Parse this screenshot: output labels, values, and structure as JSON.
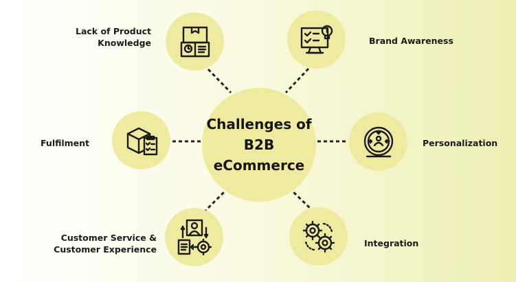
{
  "center": {
    "lines": [
      "Challenges of",
      "B2B",
      "eCommerce"
    ]
  },
  "nodes": [
    {
      "id": "lack-of-product-knowledge",
      "lines": [
        "Lack of Product",
        "Knowledge"
      ],
      "icon": "product-manual-icon"
    },
    {
      "id": "brand-awareness",
      "lines": [
        "Brand Awareness"
      ],
      "icon": "dashboard-bulb-icon"
    },
    {
      "id": "fulfilment",
      "lines": [
        "Fulfilment"
      ],
      "icon": "box-checklist-icon"
    },
    {
      "id": "personalization",
      "lines": [
        "Personalization"
      ],
      "icon": "person-target-icon"
    },
    {
      "id": "customer-service",
      "lines": [
        "Customer Service &",
        "Customer Experience"
      ],
      "icon": "agent-gear-icon"
    },
    {
      "id": "integration",
      "lines": [
        "Integration"
      ],
      "icon": "gears-icon"
    }
  ],
  "colors": {
    "circle_fill": "#eeeba0",
    "icon_stroke": "#1a1a1a",
    "connector": "#222222"
  }
}
